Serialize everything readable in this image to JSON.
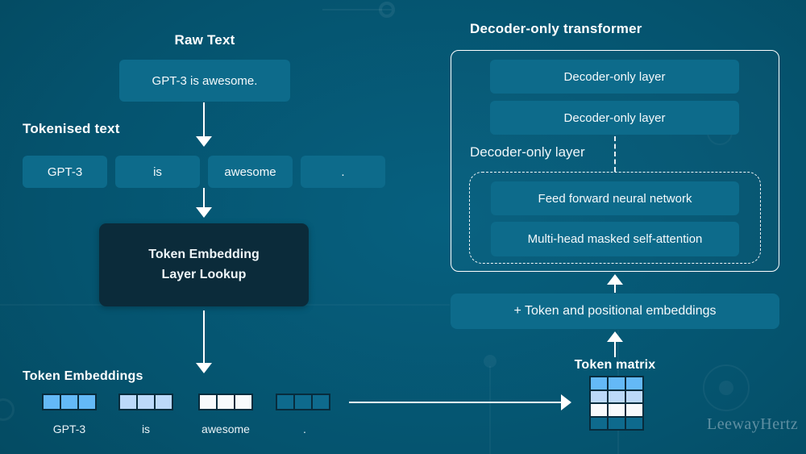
{
  "colors": {
    "background_center": "#05536e",
    "background_edge": "#033f54",
    "box_fill": "#0d6b8b",
    "dark_box_fill": "#0b2b3a",
    "cell_border": "#082c3d",
    "arrow": "#ffffff",
    "embedding_blue": "#64b9f7",
    "embedding_light_blue": "#bcd9f9",
    "embedding_white": "#f8fafc",
    "embedding_teal": "#0e6a8d"
  },
  "left_flow": {
    "raw_text_heading": "Raw Text",
    "raw_text_value": "GPT-3 is awesome.",
    "tokenised_heading": "Tokenised text",
    "tokens": [
      "GPT-3",
      "is",
      "awesome",
      "."
    ],
    "lookup_line1": "Token Embedding",
    "lookup_line2": "Layer Lookup",
    "embeddings_heading": "Token Embeddings",
    "embedding_rows": [
      {
        "label": "GPT-3",
        "color": "#64b9f7"
      },
      {
        "label": "is",
        "color": "#bcd9f9"
      },
      {
        "label": "awesome",
        "color": "#f8fafc"
      },
      {
        "label": ".",
        "color": "#0e6a8d"
      }
    ]
  },
  "right_flow": {
    "transformer_heading": "Decoder-only transformer",
    "decoder_layer_1": "Decoder-only layer",
    "decoder_layer_2": "Decoder-only layer",
    "decoder_layer_label": "Decoder-only layer",
    "feed_forward": "Feed forward neural network",
    "self_attention": "Multi-head masked self-attention",
    "embeddings_box": "+ Token and positional embeddings",
    "token_matrix_heading": "Token matrix",
    "matrix_row_colors": [
      "#64b9f7",
      "#bcd9f9",
      "#f8fafc",
      "#0e6a8d"
    ]
  },
  "watermark": "LeewayHertz"
}
